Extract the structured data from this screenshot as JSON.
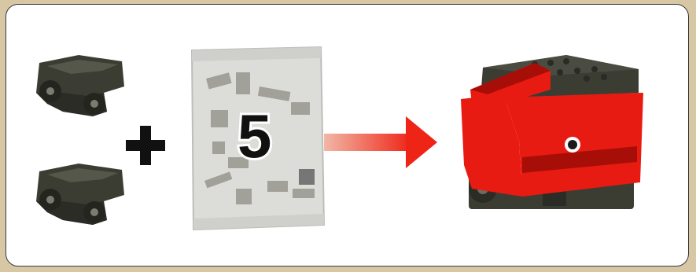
{
  "instruction_step": {
    "step_number": "5",
    "operator_symbol": "+",
    "colors": {
      "background": "#d8c7a4",
      "panel": "#ffffff",
      "tender_body": "#e81b12",
      "tender_dark": "#a80e08",
      "wheel_parts": "#3b3d33",
      "bag": "#d9d9d6",
      "arrow_start": "#f2b7a6",
      "arrow_end": "#ee2416"
    },
    "items": [
      {
        "name": "wheel-bogie",
        "quantity": 2,
        "icon": "bogie-icon"
      },
      {
        "name": "parts-bag",
        "icon": "parts-bag-icon"
      },
      {
        "name": "coal-tender",
        "icon": "tender-icon"
      }
    ]
  }
}
